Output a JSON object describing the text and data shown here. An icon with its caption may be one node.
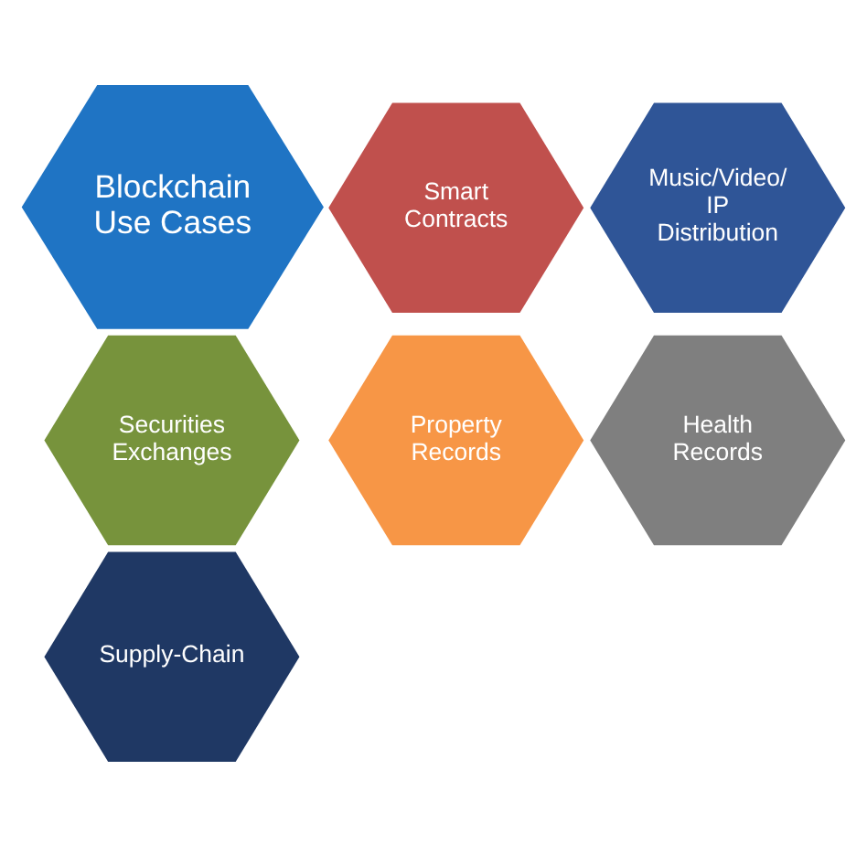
{
  "diagram": {
    "nodes": [
      {
        "text": [
          "Smart Contracts"
        ]
      },
      {
        "text": [
          "Music/Video/ IP Distribution"
        ]
      },
      {
        "text": [
          "Securities Exchanges"
        ]
      },
      {
        "text": [
          "Blockchain Use Cases"
        ]
      },
      {
        "text": [
          "Property Records"
        ]
      },
      {
        "text": [
          "Health Records"
        ]
      },
      {
        "text": [
          "Supply-Chain"
        ]
      }
    ],
    "edges": []
  }
}
